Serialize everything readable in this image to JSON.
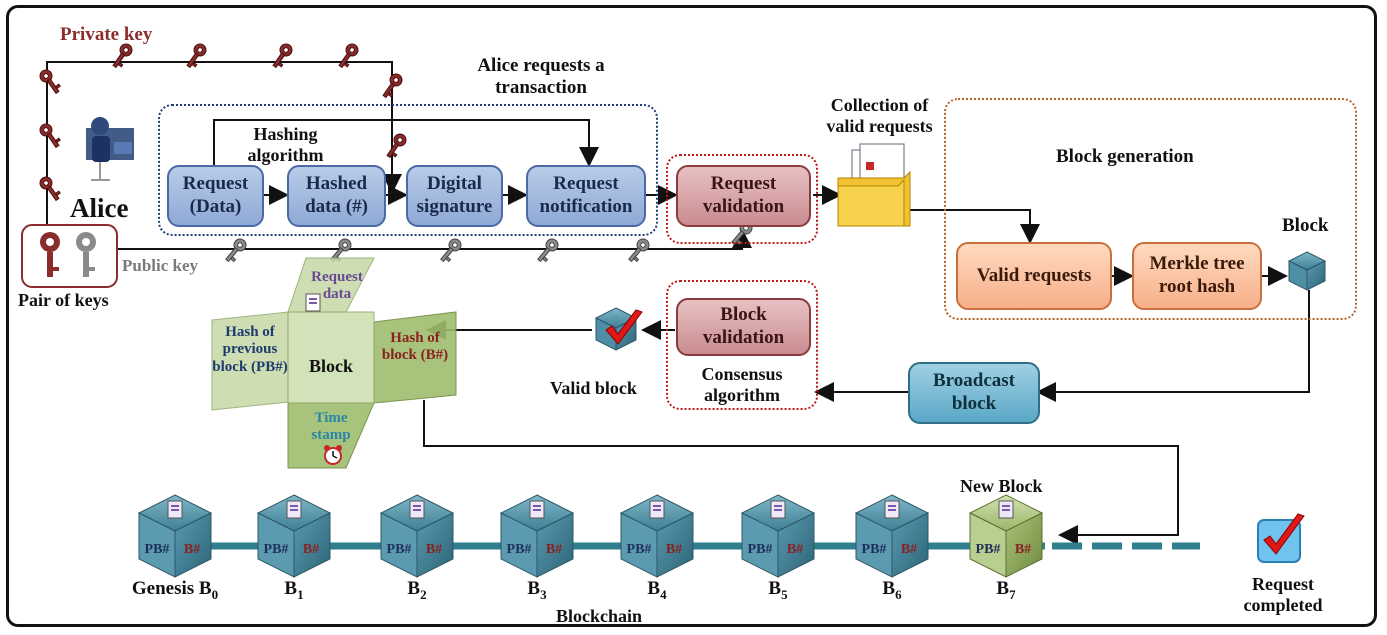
{
  "labels": {
    "private_key": "Private key",
    "public_key": "Public key",
    "alice": "Alice",
    "pair_of_keys": "Pair of keys",
    "alice_requests": "Alice requests a transaction",
    "hashing_algorithm": "Hashing algorithm",
    "collection": "Collection of valid requests",
    "block_generation": "Block generation",
    "block": "Block",
    "valid_block": "Valid block",
    "consensus": "Consensus algorithm",
    "new_block": "New Block",
    "blockchain": "Blockchain",
    "request_completed": "Request completed"
  },
  "steps": {
    "request_data": "Request (Data)",
    "hashed_data": "Hashed data (#)",
    "digital_signature": "Digital signature",
    "request_notification": "Request notification",
    "request_validation": "Request validation",
    "valid_requests": "Valid requests",
    "merkle": "Merkle tree root hash",
    "block_validation": "Block validation",
    "broadcast": "Broadcast block"
  },
  "block_diagram": {
    "request_data": "Request data",
    "hash_prev": "Hash of previous block (PB#)",
    "center": "Block",
    "hash_block": "Hash of block (B#)",
    "timestamp": "Time stamp"
  },
  "cube_tags": {
    "pb": "PB#",
    "b": "B#"
  },
  "chain": [
    {
      "name": "Genesis B",
      "sub": "0"
    },
    {
      "name": "B",
      "sub": "1"
    },
    {
      "name": "B",
      "sub": "2"
    },
    {
      "name": "B",
      "sub": "3"
    },
    {
      "name": "B",
      "sub": "4"
    },
    {
      "name": "B",
      "sub": "5"
    },
    {
      "name": "B",
      "sub": "6"
    },
    {
      "name": "B",
      "sub": "7"
    }
  ],
  "colors": {
    "private_key": "#8b2c2c",
    "public_key": "#7a7a7a",
    "cube_teal": "#3f7f95",
    "cube_green": "#9bb56a",
    "chain_line": "#2f7f8f"
  }
}
